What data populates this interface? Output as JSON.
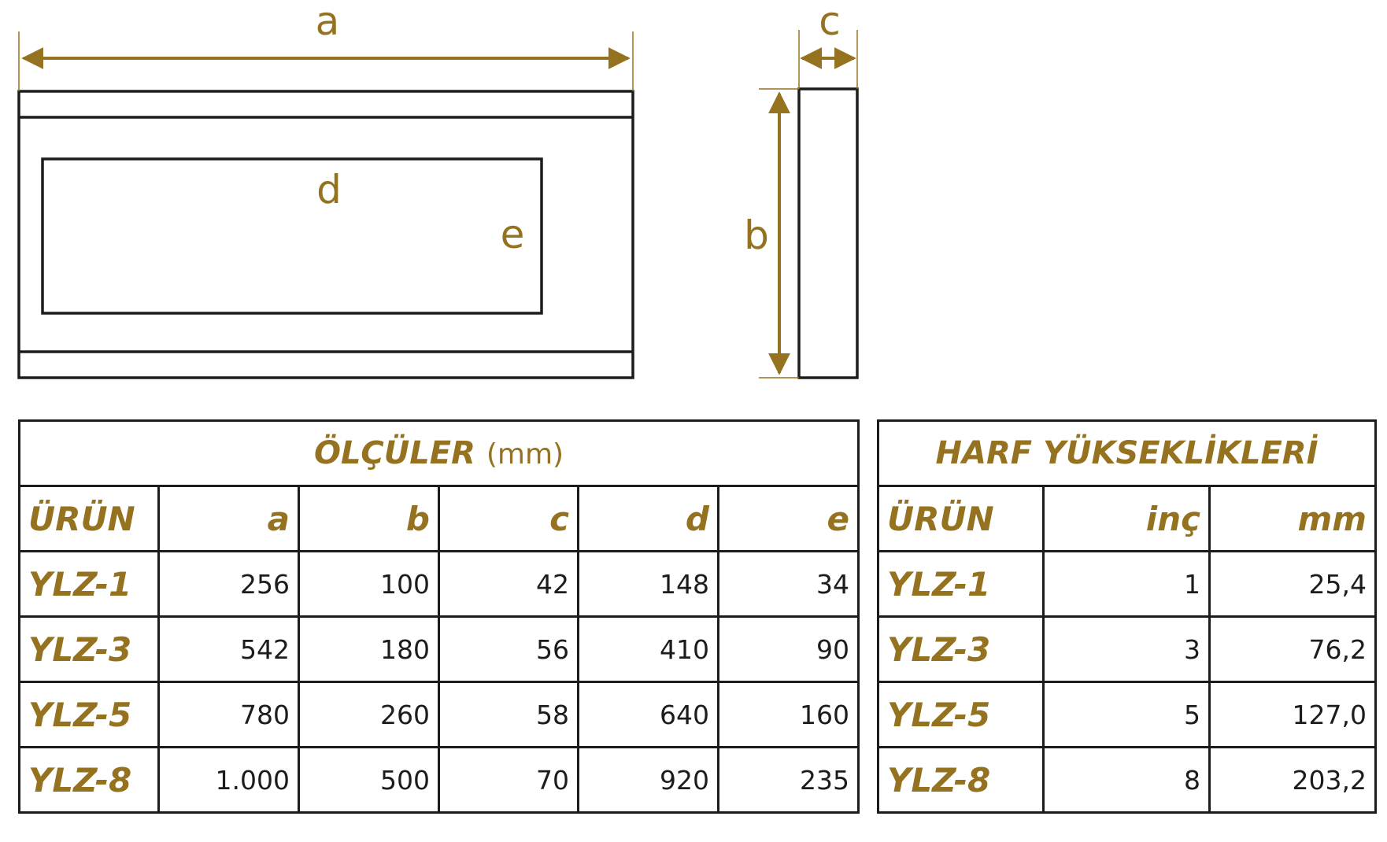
{
  "diagram": {
    "labels": {
      "a": "a",
      "b": "b",
      "c": "c",
      "d": "d",
      "e": "e"
    },
    "colors": {
      "accent": "#94721f",
      "stroke": "#1c1c1c"
    }
  },
  "dims_table": {
    "title": "ÖLÇÜLER",
    "unit": "(mm)",
    "headers": [
      "ÜRÜN",
      "a",
      "b",
      "c",
      "d",
      "e"
    ],
    "rows": [
      [
        "YLZ-1",
        "256",
        "100",
        "42",
        "148",
        "34"
      ],
      [
        "YLZ-3",
        "542",
        "180",
        "56",
        "410",
        "90"
      ],
      [
        "YLZ-5",
        "780",
        "260",
        "58",
        "640",
        "160"
      ],
      [
        "YLZ-8",
        "1.000",
        "500",
        "70",
        "920",
        "235"
      ]
    ]
  },
  "letter_table": {
    "title": "HARF YÜKSEKLİKLERİ",
    "headers": [
      "ÜRÜN",
      "inç",
      "mm"
    ],
    "rows": [
      [
        "YLZ-1",
        "1",
        "25,4"
      ],
      [
        "YLZ-3",
        "3",
        "76,2"
      ],
      [
        "YLZ-5",
        "5",
        "127,0"
      ],
      [
        "YLZ-8",
        "8",
        "203,2"
      ]
    ]
  }
}
